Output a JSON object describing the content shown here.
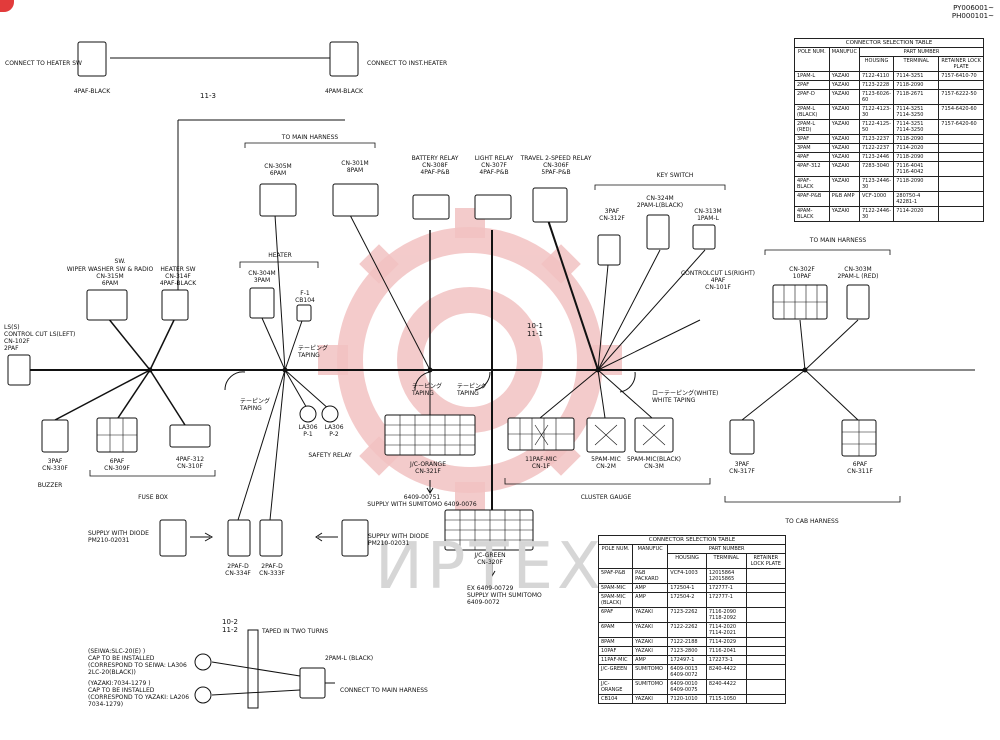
{
  "doc_id": [
    "PY006001~",
    "PH000101~"
  ],
  "colors": {
    "watermark_red": "#f2c2c2",
    "ink": "#111111",
    "corner_mark": "#e23b3b",
    "watermark_gray": "#d6d6d6"
  },
  "watermark_text": "ИРТЕХ",
  "labels": {
    "heater_sw_top_desc": "CONNECT TO HEATER SW",
    "heater_sw_top_name": "4PAF-BLACK",
    "inst_heater_desc": "CONNECT TO INST.HEATER",
    "inst_heater_name": "4PAM-BLACK",
    "line_11_3": "11-3",
    "to_main_harness_top": "TO MAIN HARNESS",
    "cn305m": "CN-305M\n6PAM",
    "cn301m": "CN-301M\n8PAM",
    "battery_relay": "BATTERY RELAY\nCN-308F\n4PAF-P&B",
    "light_relay": "LIGHT RELAY\nCN-307F\n4PAF-P&B",
    "travel_relay": "TRAVEL 2-SPEED RELAY\nCN-306F\n5PAF-P&B",
    "key_switch": "KEY SWITCH",
    "cn312f": "3PAF\nCN-312F",
    "cn324m": "CN-324M\n2PAM-L(BLACK)",
    "cn313m": "CN-313M\n1PAM-L",
    "cn101f": "CONTROLCUT LS(RIGHT)\n4PAF\nCN-101F",
    "to_main_harness_right": "TO MAIN HARNESS",
    "cn302f": "CN-302F\n10PAF",
    "cn303m": "CN-303M\n2PAM-L (RED)",
    "sw_label": "SW.",
    "cn315m": "WIPER WASHER SW & RADIO\nCN-315M\n6PAM",
    "cn314f": "HEATER SW\nCN-314F\n4PAF-BLACK",
    "heater_label": "HEATER",
    "cn304m": "CN-304M\n3PAM",
    "cb104": "F-1\nCB104",
    "cn102f": "LS(S)\nCONTROL CUT LS(LEFT)\nCN-102F\n2PAF",
    "line_10_1": "10-1\n11-1",
    "cn330f": "3PAF\nCN-330F",
    "cn309f": "6PAF\nCN-309F",
    "cn310f": "4PAF-312\nCN-310F",
    "buzzer": "BUZZER",
    "fuse_box": "FUSE BOX",
    "la306_p1": "LA306\nP-1",
    "la306_p2": "LA306\nP-2",
    "safety_relay": "SAFETY RELAY",
    "cn321f": "J/C-ORANGE\nCN-321F",
    "supply_sumitomo_1": "6409-00751\nSUPPLY WITH SUMITOMO 6409-0076",
    "cn1f": "11PAF-MIC\nCN-1F",
    "cn2m": "5PAM-MIC\nCN-2M",
    "cn3m": "5PAM-MIC(BLACK)\nCN-3M",
    "cluster_gauge": "CLUSTER GAUGE",
    "cn317f": "3PAF\nCN-317F",
    "cn311f": "6PAF\nCN-311F",
    "to_cab_harness": "TO CAB HARNESS",
    "diode_left": "SUPPLY WITH DIODE\nPM210-02031",
    "cn334f": "2PAF-D\nCN-334F",
    "cn333f": "2PAF-D\nCN-333F",
    "diode_right": "SUPPLY WITH DIODE\nPM210-02031",
    "cn320f": "J/C-GREEN\nCN-320F",
    "supply_sumitomo_2": "EX 6409-00729\nSUPPLY WITH SUMITOMO\n6409-0072",
    "line_10_2": "10-2\n11-2",
    "taped_note": "TAPED IN TWO TURNS",
    "seiwa_note": "(SEIWA:SLC-20(E) )\nCAP TO BE INSTALLED\n(CORRESPOND TO SEIWA: LA306\n2LC-20(BLACK))",
    "yazaki_note": "(YAZAKI:7034-1279 )\nCAP TO BE INSTALLED\n(CORRESPOND TO YAZAKI: LA206\n7034-1279)",
    "cap_2pam": "2PAM-L (BLACK)",
    "connect_main_harness": "CONNECT TO MAIN HARNESS",
    "taping_1": "テーピング\nTAPING",
    "taping_2": "テーピング\nTAPING",
    "taping_3": "テーピング\nTAPING",
    "taping_4": "テーピング\nTAPING",
    "taping_5": "ローテーピング(WHITE)\nWHITE TAPING"
  },
  "table1": {
    "title": "CONNECTOR SELECTION TABLE",
    "headers": [
      "POLE NUM.",
      "MANUFUC",
      "PART NUMBER",
      "HOUSING",
      "TERMINAL",
      "RETAINER LOCK PLATE"
    ],
    "rows": [
      [
        "1PAM-L",
        "YAZAKI",
        "7122-4110",
        "7114-3251",
        "7157-6410-70"
      ],
      [
        "2PAF",
        "YAZAKI",
        "7123-2228",
        "7118-2090",
        ""
      ],
      [
        "2PAF-D",
        "YAZAKI",
        "7123-6026-60",
        "7118-2671",
        "7157-6222-50"
      ],
      [
        "2PAM-L (BLACK)",
        "YAZAKI",
        "7122-4123-30",
        "7114-3251 7114-3250",
        "7154-6420-60"
      ],
      [
        "2PAM-L (RED)",
        "YAZAKI",
        "7122-4125-50",
        "7114-3251 7114-3250",
        "7157-6420-60"
      ],
      [
        "3PAF",
        "YAZAKI",
        "7123-2237",
        "7118-2090",
        ""
      ],
      [
        "3PAM",
        "YAZAKI",
        "7122-2237",
        "7114-2020",
        ""
      ],
      [
        "4PAF",
        "YAZAKI",
        "7123-2446",
        "7118-2090",
        ""
      ],
      [
        "4PAF-312",
        "YAZAKI",
        "7283-3040",
        "7116-4041 7116-4042",
        ""
      ],
      [
        "4PAF-BLACK",
        "YAZAKI",
        "7123-2446-30",
        "7118-2090",
        ""
      ],
      [
        "4PAF-P&B",
        "P&B AMP",
        "VCF-1000",
        "280750-4 42281-1",
        ""
      ],
      [
        "4PAM-BLACK",
        "YAZAKI",
        "7122-2446-30",
        "7114-2020",
        ""
      ]
    ]
  },
  "table2": {
    "title": "CONNECTOR SELECTION TABLE",
    "headers": [
      "POLE NUM.",
      "MANUFUC",
      "PART NUMBER",
      "HOUSING",
      "TERMINAL",
      "RETAINER LOCK PLATE"
    ],
    "rows": [
      [
        "5PAF-P&B",
        "P&B PACKARD",
        "VCF4-1003",
        "12015864 12015865",
        ""
      ],
      [
        "5PAM-MIC",
        "AMP",
        "172504-1",
        "172777-1",
        ""
      ],
      [
        "5PAM-MIC (BLACK)",
        "AMP",
        "172504-2",
        "172777-1",
        ""
      ],
      [
        "6PAF",
        "YAZAKI",
        "7123-2262",
        "7116-2090 7118-2092",
        ""
      ],
      [
        "6PAM",
        "YAZAKI",
        "7122-2262",
        "7114-2020 7114-2021",
        ""
      ],
      [
        "8PAM",
        "YAZAKI",
        "7122-2188",
        "7114-2029",
        ""
      ],
      [
        "10PAF",
        "YAZAKI",
        "7123-2800",
        "7116-2041",
        ""
      ],
      [
        "11PAF-MIC",
        "AMP",
        "172497-1",
        "172273-1",
        ""
      ],
      [
        "J/C-GREEN",
        "SUMITOMO",
        "6409-0013 6409-0072",
        "8240-4422",
        ""
      ],
      [
        "J/C-ORANGE",
        "SUMITOMO",
        "6409-0010 6409-0075",
        "8240-4422",
        ""
      ],
      [
        "CB104",
        "YAZAKI",
        "7120-1010",
        "7115-1050",
        ""
      ]
    ]
  }
}
